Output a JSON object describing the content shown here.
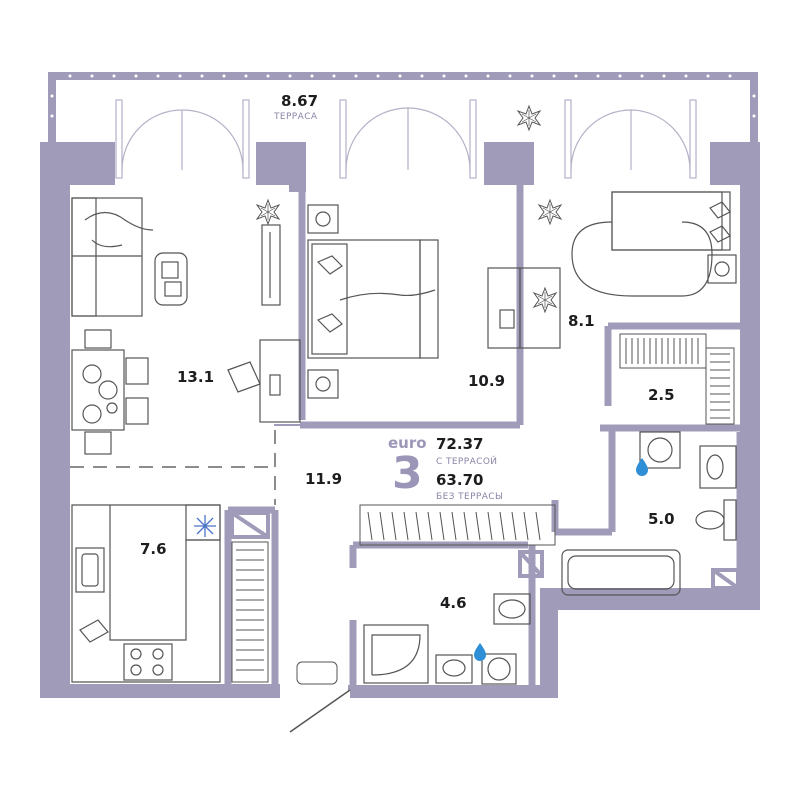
{
  "colors": {
    "wall": "#a19bba",
    "accent": "#9b96b8",
    "line": "#b4b1c7",
    "water": "#2f8fd6",
    "text": "#1d1d1f"
  },
  "apartment": {
    "type_prefix": "euro",
    "rooms": "3",
    "area_with_terrace": "72.37",
    "with_terrace_label": "С ТЕРРАСОЙ",
    "area_without_terrace": "63.70",
    "without_terrace_label": "БЕЗ ТЕРРАСЫ"
  },
  "terrace": {
    "area": "8.67",
    "label": "ТЕРРАСА"
  },
  "rooms": {
    "living": "13.1",
    "bedroom": "10.9",
    "bedroom2": "8.1",
    "wardrobe": "2.5",
    "hall": "11.9",
    "kitchen": "7.6",
    "bathroom_main": "5.0",
    "bathroom_small": "4.6"
  },
  "icons": {
    "plant": "plant-icon",
    "snowflake": "snowflake-icon",
    "water": "water-drop-icon"
  }
}
